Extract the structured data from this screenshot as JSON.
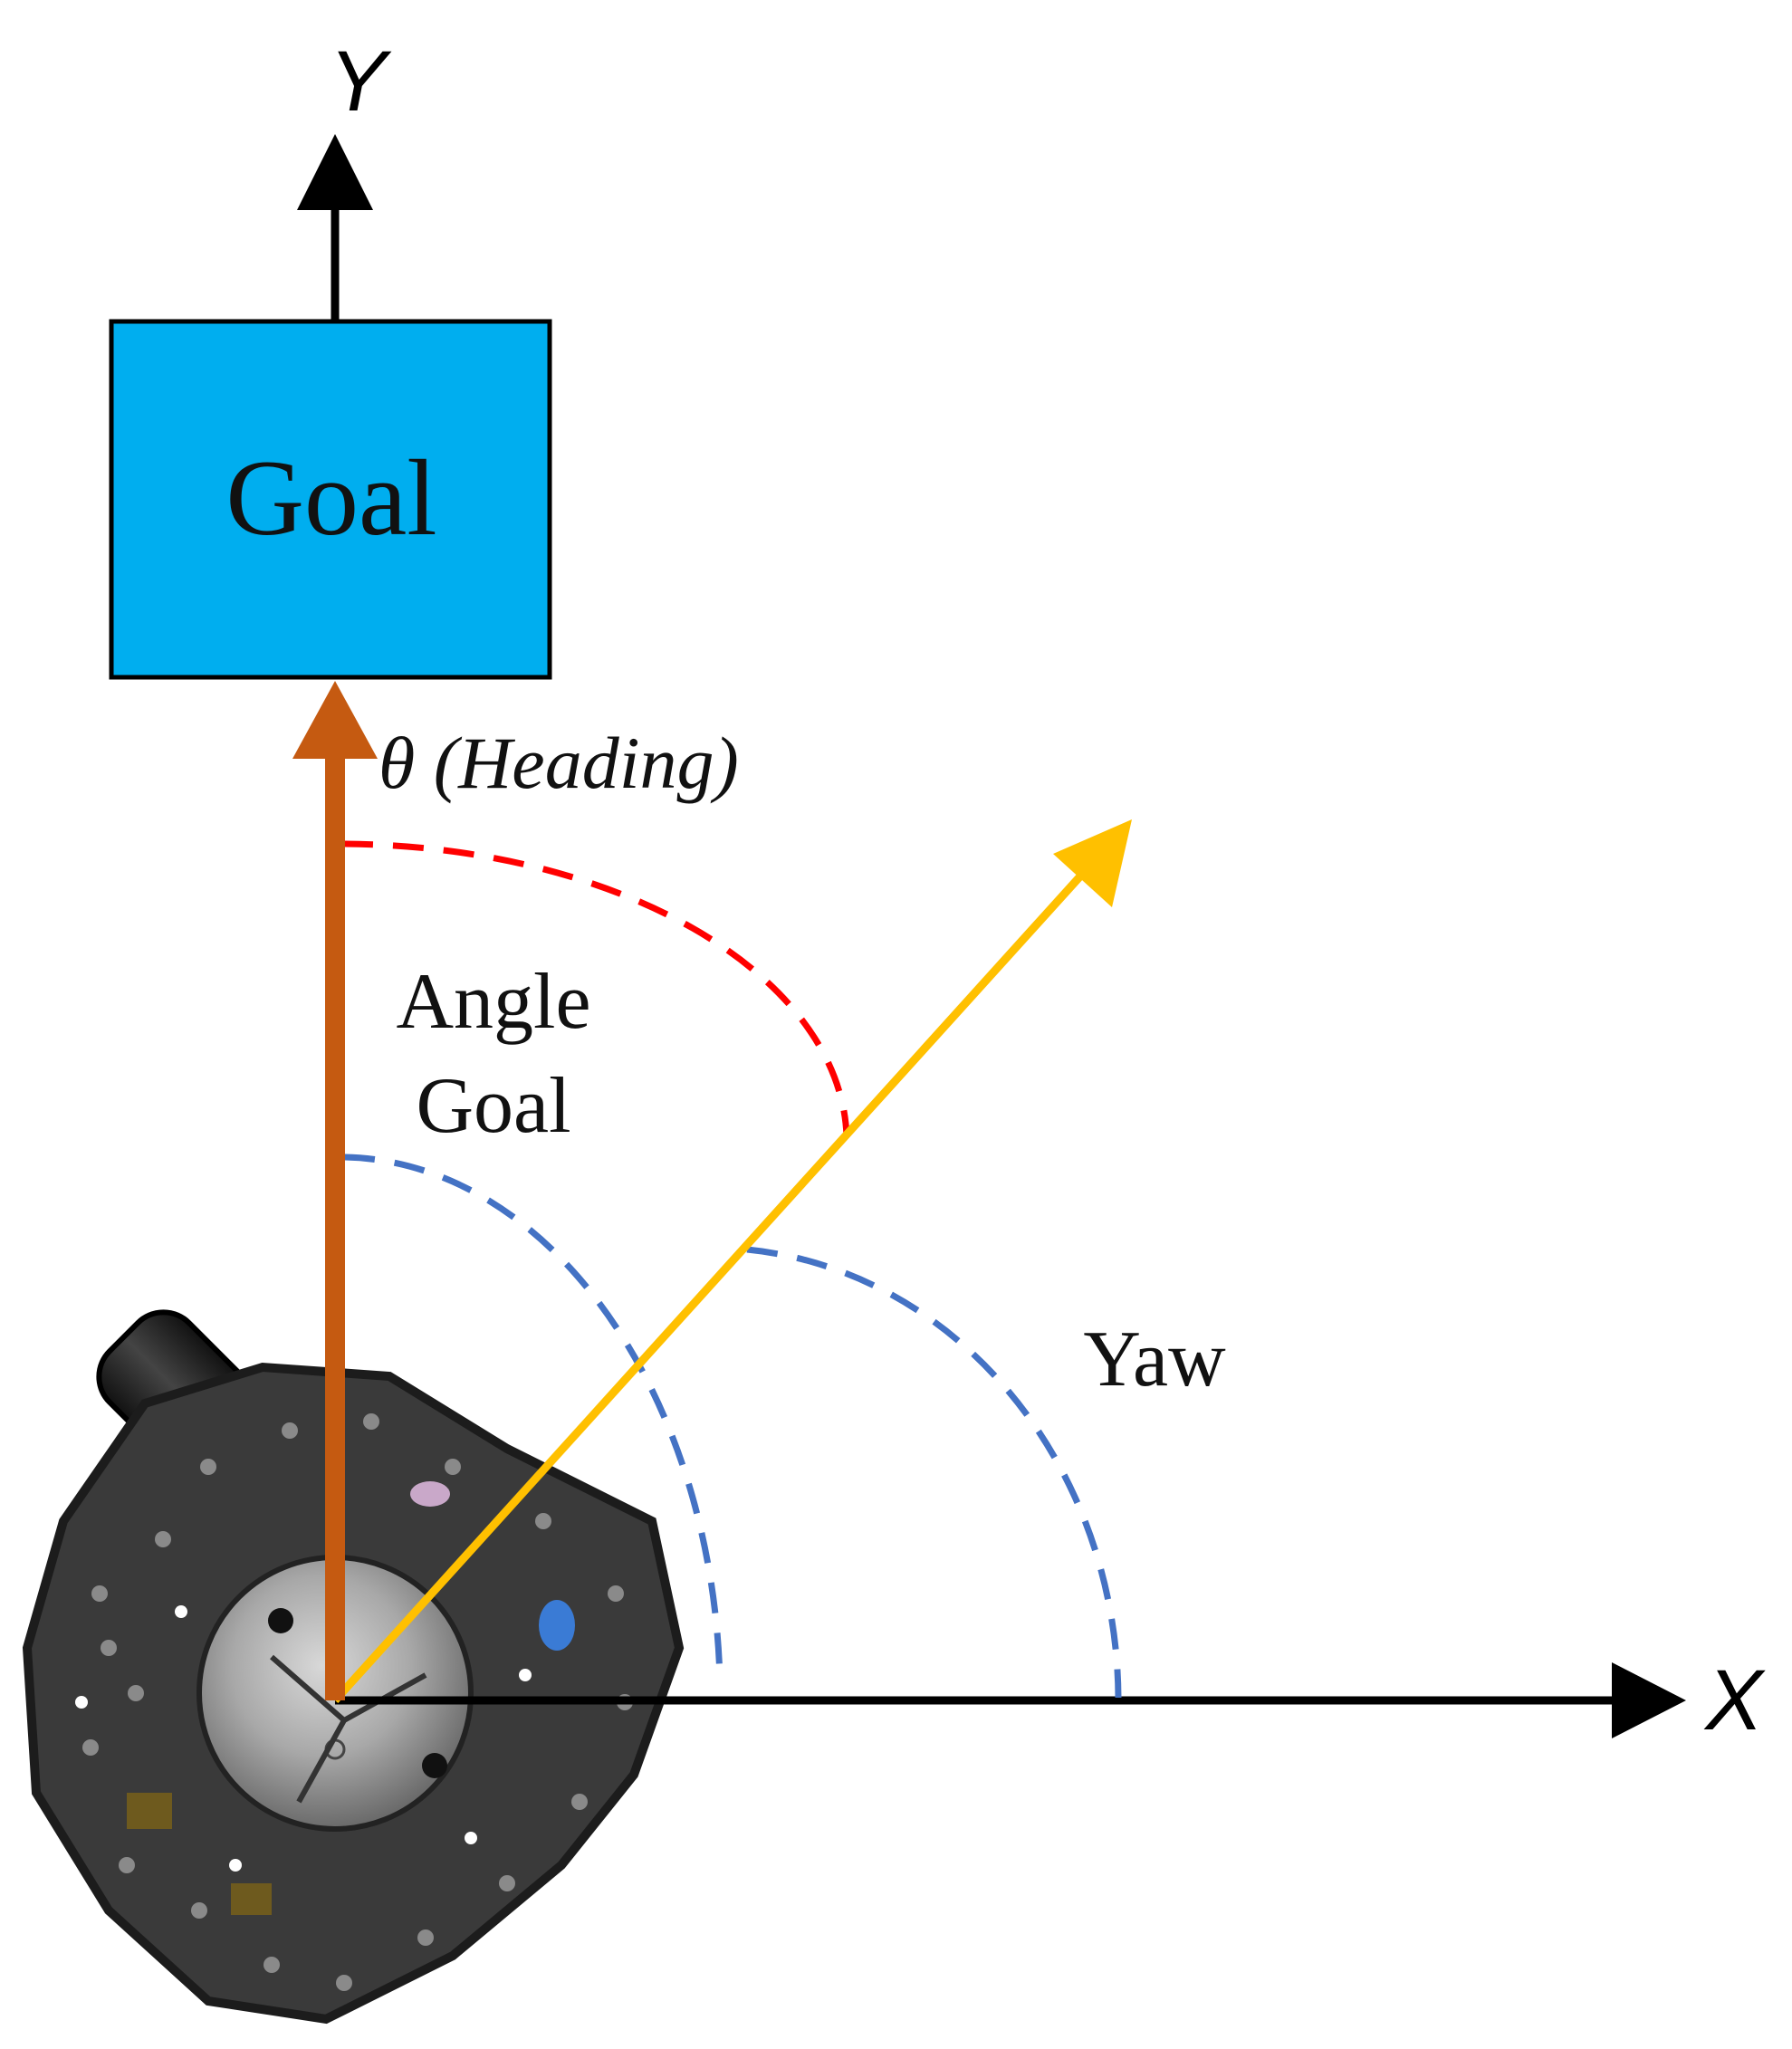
{
  "diagram": {
    "goal_box_label": "Goal",
    "y_axis_label": "Y",
    "x_axis_label": "X",
    "heading_label": "θ (Heading)",
    "angle_goal_label_line1": "Angle",
    "angle_goal_label_line2": "Goal",
    "yaw_label": "Yaw",
    "colors": {
      "goal_box_fill": "#00AEEF",
      "heading_arrow": "#C55A11",
      "yaw_arrow": "#FFC000",
      "heading_arc": "#FF0000",
      "angle_arcs": "#4472C4",
      "axes": "#000000",
      "robot_body": "#3A3A3A"
    },
    "icons": {
      "robot": "robot-top-view-icon"
    }
  }
}
